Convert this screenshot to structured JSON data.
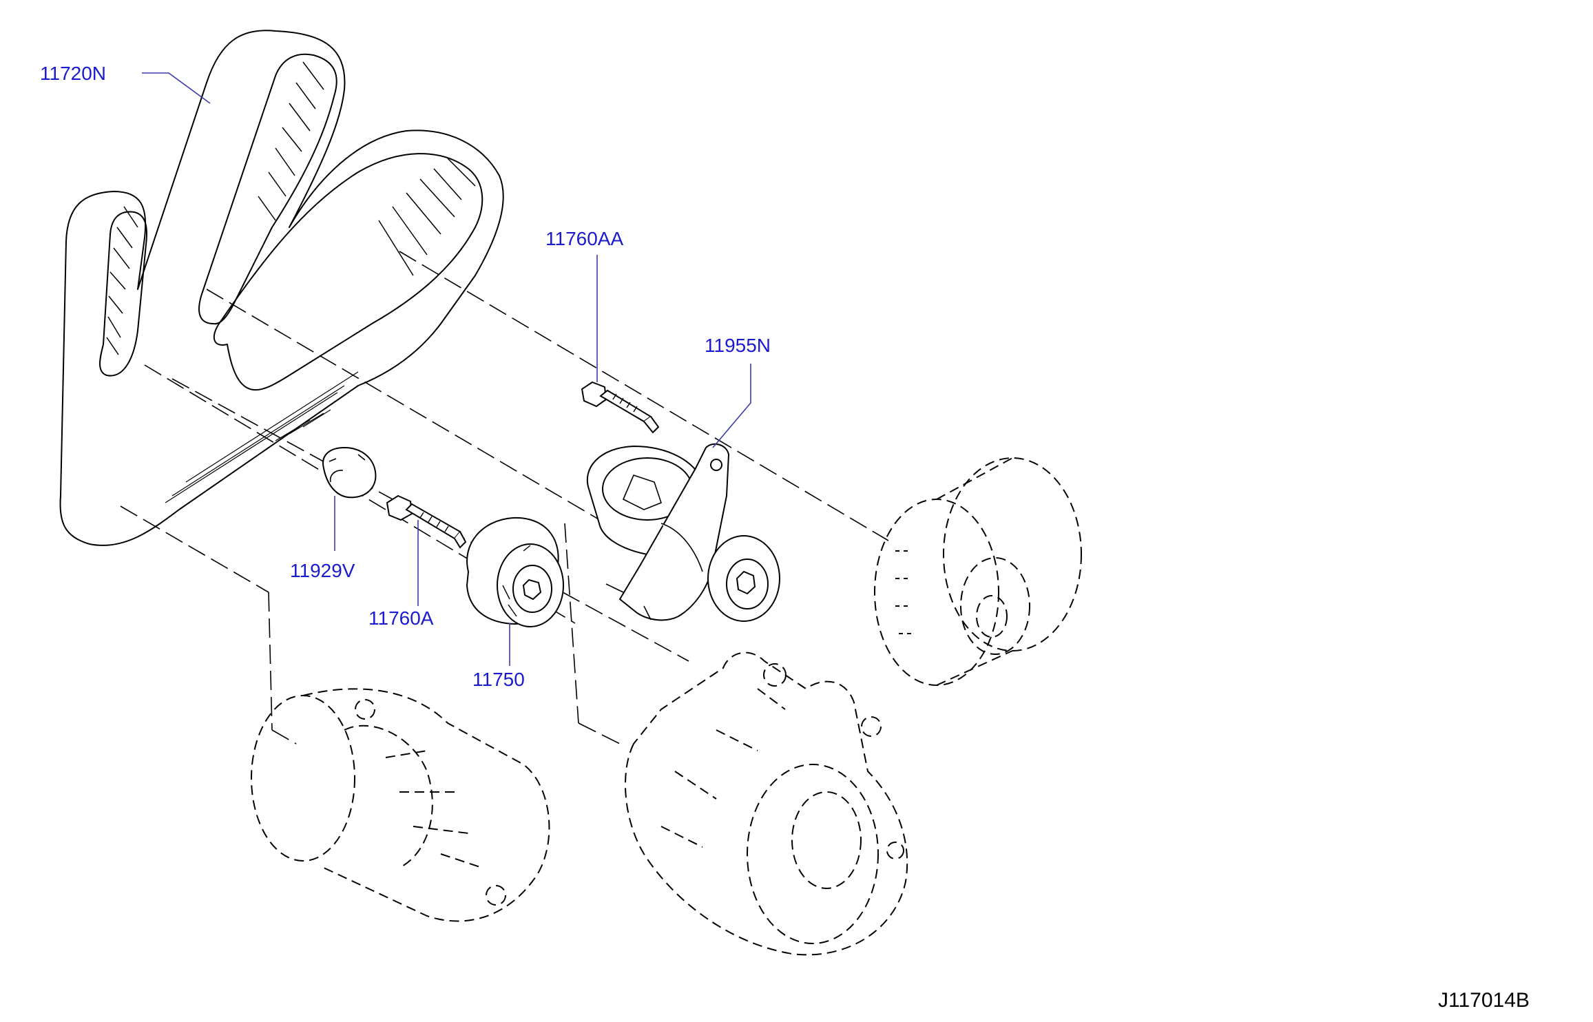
{
  "colors": {
    "callout_text": "#1a1ad0",
    "leader_line": "#3a3aa8",
    "drawing_line": "#000000",
    "background": "#ffffff"
  },
  "callouts": [
    {
      "id": "drive-belt",
      "label": "11720N"
    },
    {
      "id": "tensioner-bolt",
      "label": "11760AA"
    },
    {
      "id": "belt-tensioner",
      "label": "11955N"
    },
    {
      "id": "idler-pulley-cap",
      "label": "11929V"
    },
    {
      "id": "idler-pulley-bolt",
      "label": "11760A"
    },
    {
      "id": "idler-pulley",
      "label": "11750"
    }
  ],
  "diagram_code": "J117014B"
}
